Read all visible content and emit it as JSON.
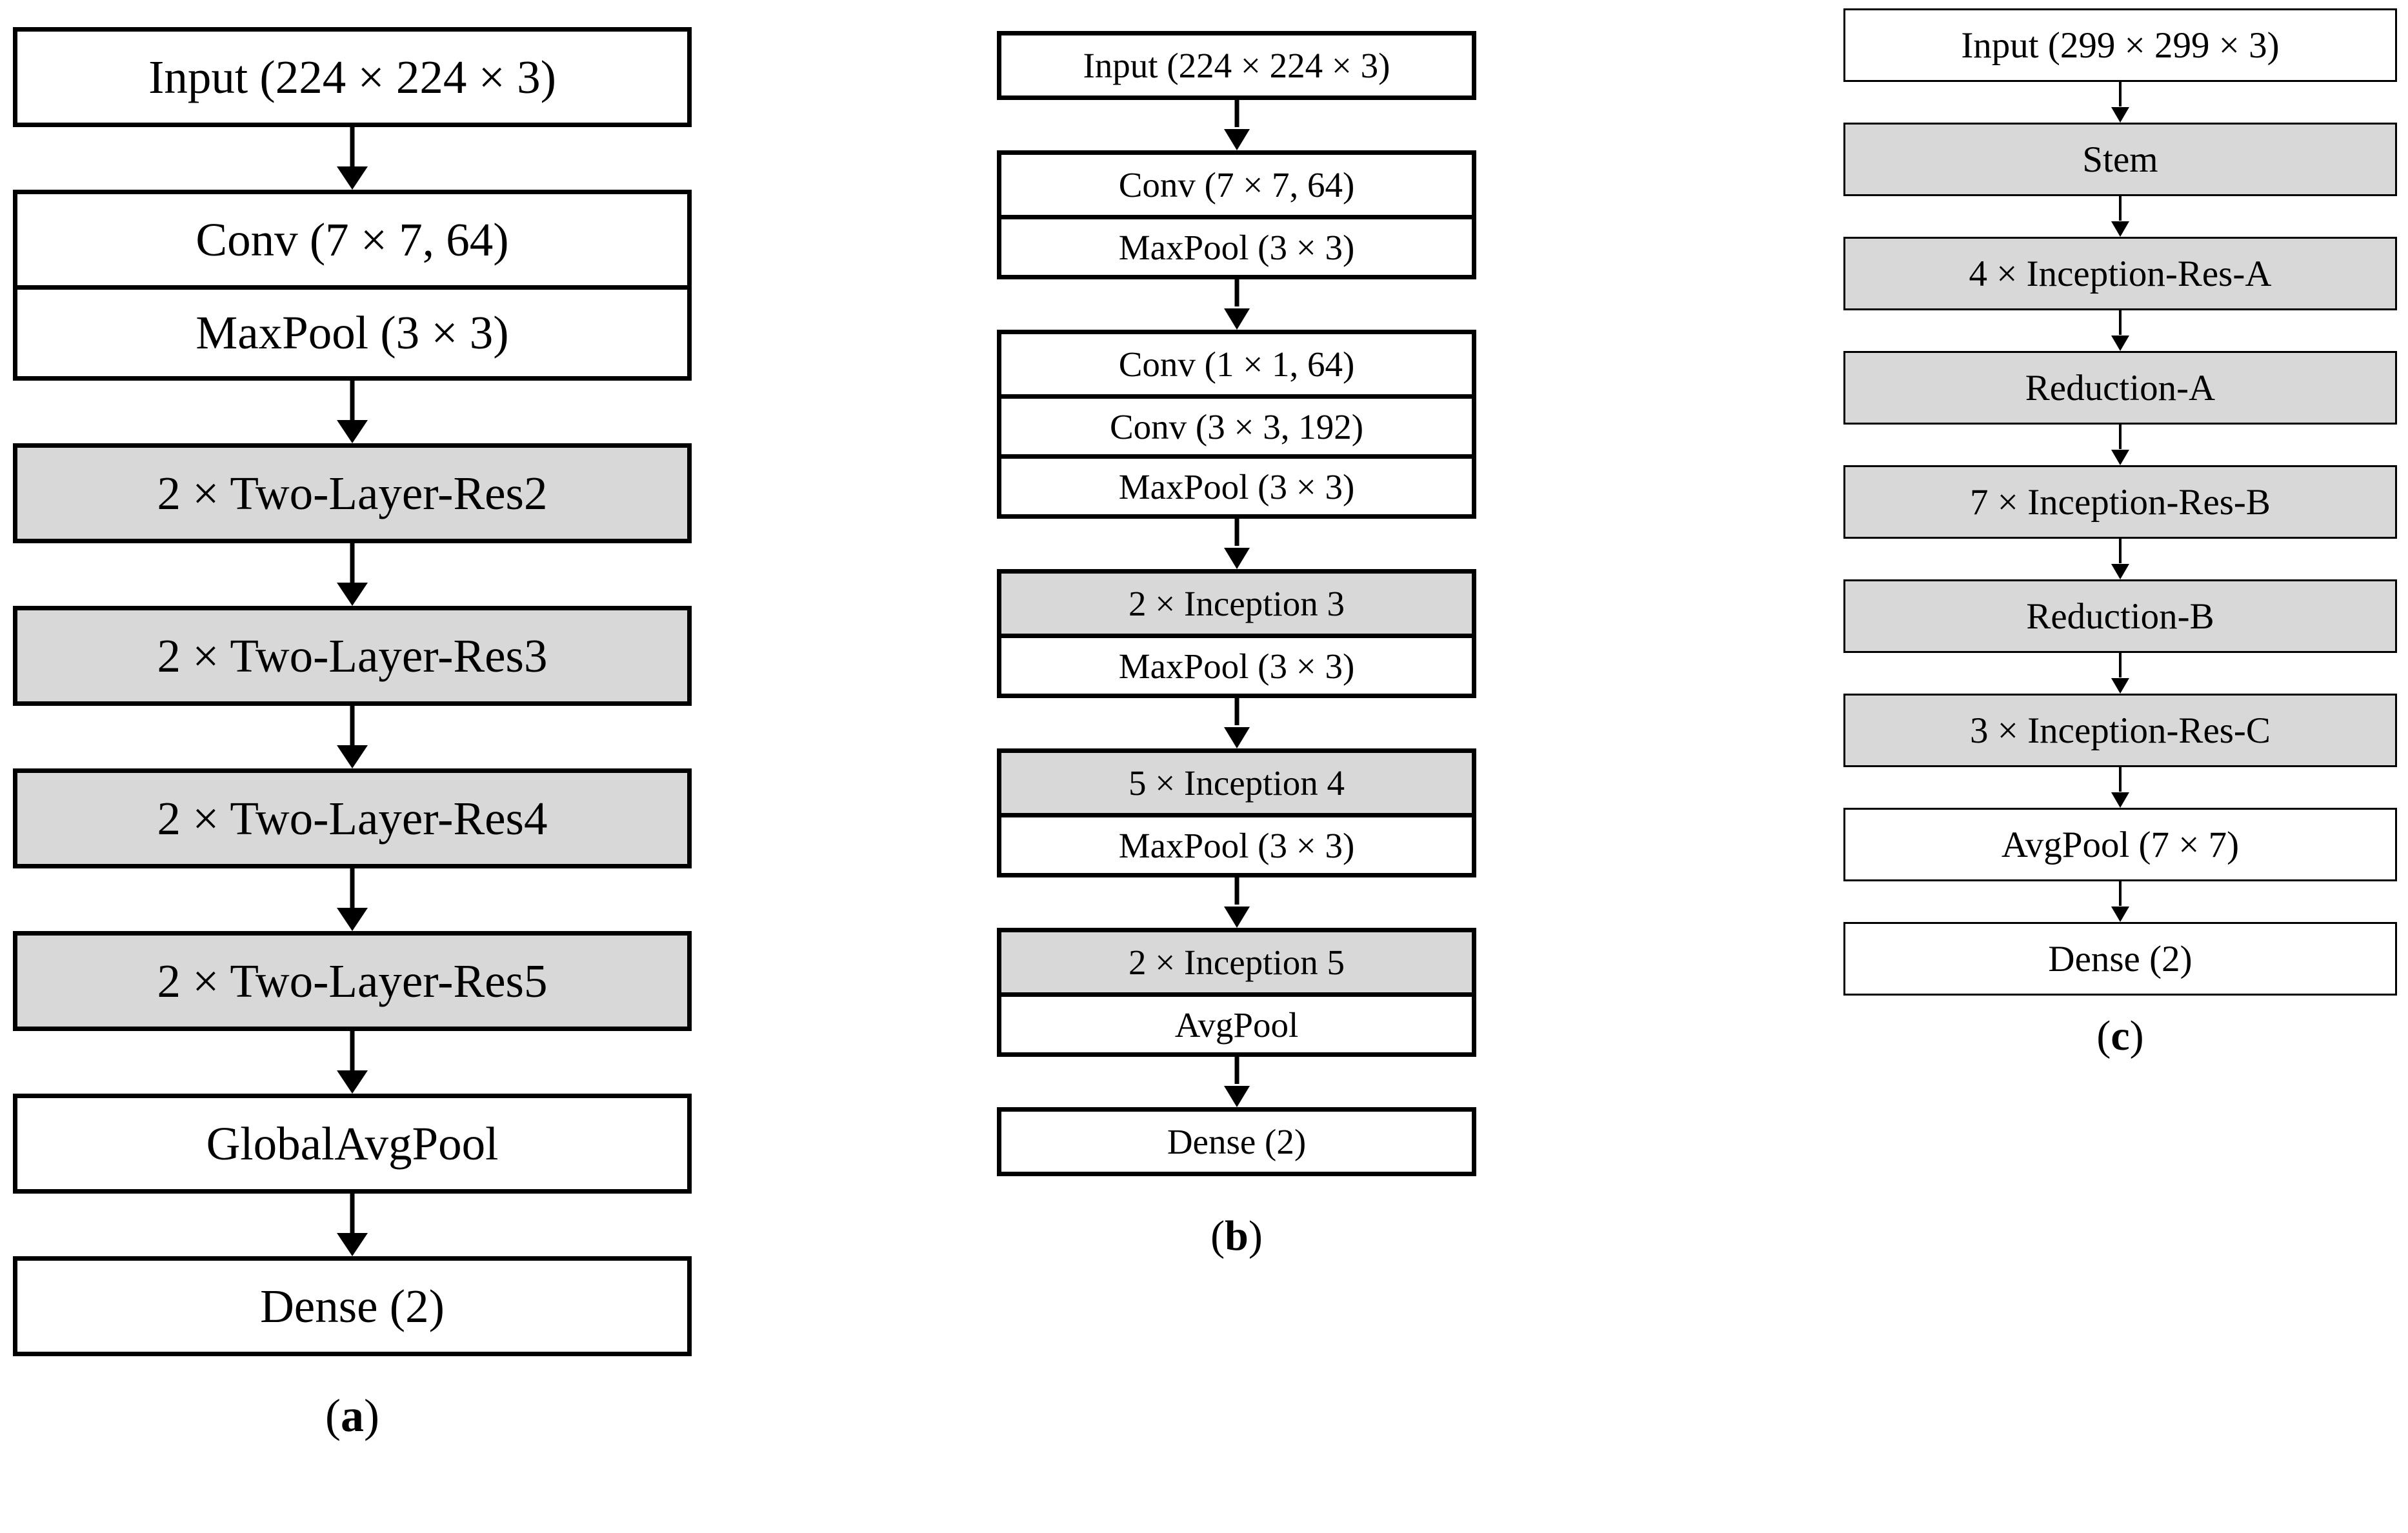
{
  "figure": {
    "type": "architecture-flowchart",
    "panels": [
      {
        "id": "a",
        "caption_open": "(",
        "caption_letter": "a",
        "caption_close": ")",
        "groups": [
          {
            "cells": [
              {
                "label": "Input (224 × 224 × 3)",
                "shaded": false
              }
            ]
          },
          {
            "cells": [
              {
                "label": "Conv (7 × 7, 64)",
                "shaded": false
              },
              {
                "label": "MaxPool (3 × 3)",
                "shaded": false
              }
            ]
          },
          {
            "cells": [
              {
                "label": "2 × Two-Layer-Res2",
                "shaded": true
              }
            ]
          },
          {
            "cells": [
              {
                "label": "2 × Two-Layer-Res3",
                "shaded": true
              }
            ]
          },
          {
            "cells": [
              {
                "label": "2 × Two-Layer-Res4",
                "shaded": true
              }
            ]
          },
          {
            "cells": [
              {
                "label": "2 × Two-Layer-Res5",
                "shaded": true
              }
            ]
          },
          {
            "cells": [
              {
                "label": "GlobalAvgPool",
                "shaded": false
              }
            ]
          },
          {
            "cells": [
              {
                "label": "Dense (2)",
                "shaded": false
              }
            ]
          }
        ]
      },
      {
        "id": "b",
        "caption_open": "(",
        "caption_letter": "b",
        "caption_close": ")",
        "groups": [
          {
            "cells": [
              {
                "label": "Input (224 × 224 × 3)",
                "shaded": false
              }
            ]
          },
          {
            "cells": [
              {
                "label": "Conv (7 × 7, 64)",
                "shaded": false
              },
              {
                "label": "MaxPool (3 × 3)",
                "shaded": false
              }
            ]
          },
          {
            "cells": [
              {
                "label": "Conv (1 × 1, 64)",
                "shaded": false
              },
              {
                "label": "Conv (3 × 3, 192)",
                "shaded": false
              },
              {
                "label": "MaxPool (3 × 3)",
                "shaded": false
              }
            ]
          },
          {
            "cells": [
              {
                "label": "2 × Inception 3",
                "shaded": true
              },
              {
                "label": "MaxPool (3 × 3)",
                "shaded": false
              }
            ]
          },
          {
            "cells": [
              {
                "label": "5 × Inception 4",
                "shaded": true
              },
              {
                "label": "MaxPool (3 × 3)",
                "shaded": false
              }
            ]
          },
          {
            "cells": [
              {
                "label": "2 × Inception 5",
                "shaded": true
              },
              {
                "label": "AvgPool",
                "shaded": false
              }
            ]
          },
          {
            "cells": [
              {
                "label": "Dense (2)",
                "shaded": false
              }
            ]
          }
        ]
      },
      {
        "id": "c",
        "caption_open": "(",
        "caption_letter": "c",
        "caption_close": ")",
        "groups": [
          {
            "cells": [
              {
                "label": "Input (299 × 299 × 3)",
                "shaded": false
              }
            ]
          },
          {
            "cells": [
              {
                "label": "Stem",
                "shaded": true
              }
            ]
          },
          {
            "cells": [
              {
                "label": "4 × Inception-Res-A",
                "shaded": true
              }
            ]
          },
          {
            "cells": [
              {
                "label": "Reduction-A",
                "shaded": true
              }
            ]
          },
          {
            "cells": [
              {
                "label": "7 × Inception-Res-B",
                "shaded": true
              }
            ]
          },
          {
            "cells": [
              {
                "label": "Reduction-B",
                "shaded": true
              }
            ]
          },
          {
            "cells": [
              {
                "label": "3 × Inception-Res-C",
                "shaded": true
              }
            ]
          },
          {
            "cells": [
              {
                "label": "AvgPool (7 × 7)",
                "shaded": false
              }
            ]
          },
          {
            "cells": [
              {
                "label": "Dense (2)",
                "shaded": false
              }
            ]
          }
        ]
      }
    ],
    "colors": {
      "shaded_block": "#d8d8d8",
      "plain_block": "#ffffff",
      "stroke": "#000000"
    }
  }
}
